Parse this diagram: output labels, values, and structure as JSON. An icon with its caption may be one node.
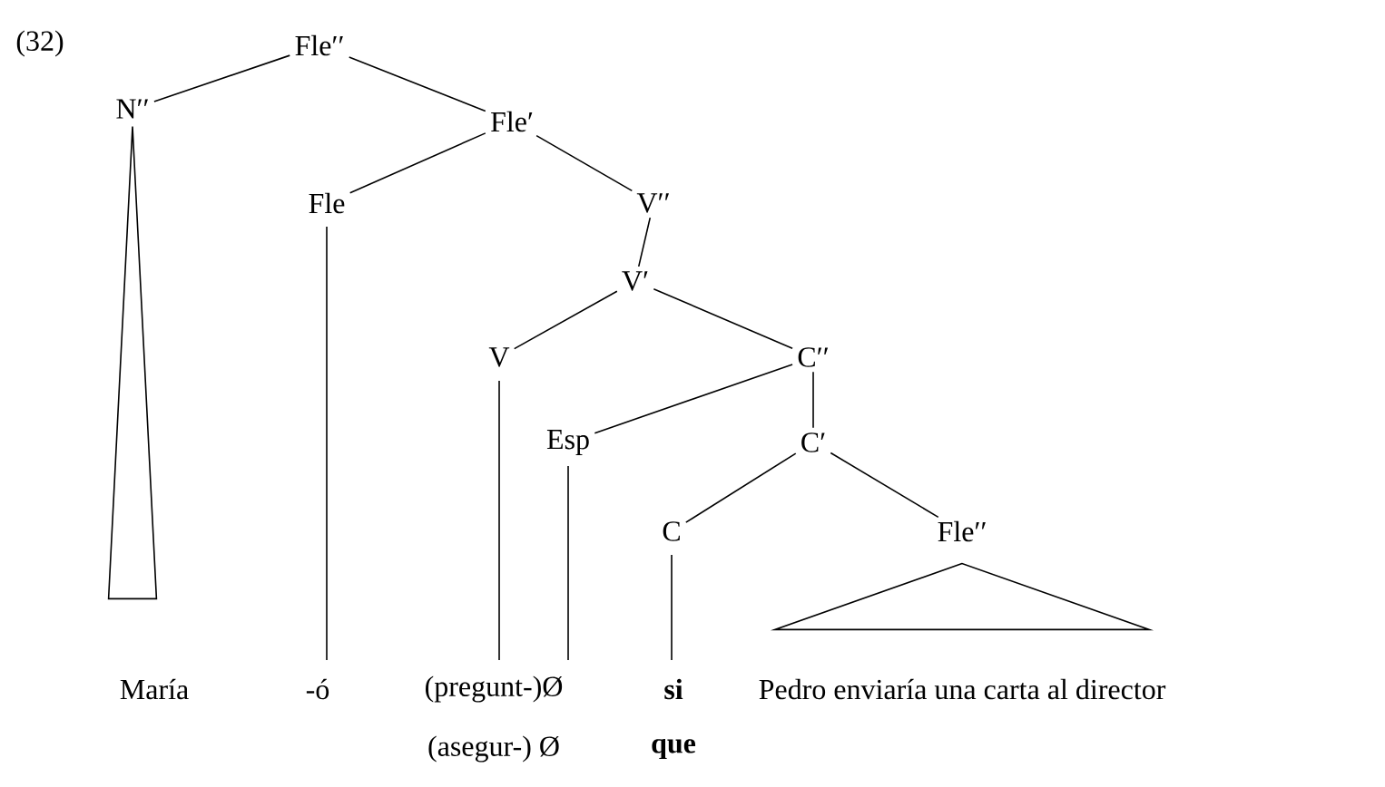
{
  "diagram": {
    "nodes": [
      {
        "text": [
          "Fle′′"
        ]
      },
      {
        "text": [
          "N′′"
        ]
      },
      {
        "text": [
          "Fle′"
        ]
      },
      {
        "text": [
          "Fle"
        ]
      },
      {
        "text": [
          "V′′"
        ]
      },
      {
        "text": [
          "V′"
        ]
      },
      {
        "text": [
          "V"
        ]
      },
      {
        "text": [
          "C′′"
        ]
      },
      {
        "text": [
          "Esp"
        ]
      },
      {
        "text": [
          "C′"
        ]
      },
      {
        "text": [
          "C"
        ]
      },
      {
        "text": [
          "Fle′′"
        ]
      },
      {
        "text": [],
        "shape": "triangle"
      },
      {
        "text": [],
        "shape": "triangle"
      },
      {
        "text": [
          "María"
        ]
      },
      {
        "text": [
          "-ó"
        ]
      },
      {
        "text": [
          "(pregunt-)Ø"
        ]
      },
      {
        "text": [
          "si"
        ]
      },
      {
        "text": [
          "Pedro enviaría una carta al director"
        ]
      }
    ],
    "edges": [
      {
        "from": 0,
        "to": 1,
        "arrow": "none"
      },
      {
        "from": 0,
        "to": 2,
        "arrow": "none"
      },
      {
        "from": 2,
        "to": 3,
        "arrow": "none"
      },
      {
        "from": 2,
        "to": 4,
        "arrow": "none"
      },
      {
        "from": 4,
        "to": 5,
        "arrow": "none"
      },
      {
        "from": 5,
        "to": 6,
        "arrow": "none"
      },
      {
        "from": 5,
        "to": 7,
        "arrow": "none"
      },
      {
        "from": 7,
        "to": 8,
        "arrow": "none"
      },
      {
        "from": 7,
        "to": 9,
        "arrow": "none"
      },
      {
        "from": 9,
        "to": 10,
        "arrow": "none"
      },
      {
        "from": 9,
        "to": 11,
        "arrow": "none"
      },
      {
        "from": 3,
        "to": 15,
        "arrow": "none"
      },
      {
        "from": 6,
        "to": 16,
        "arrow": "none"
      },
      {
        "from": 8,
        "to": 16,
        "arrow": "none"
      },
      {
        "from": 10,
        "to": 17,
        "arrow": "none"
      }
    ],
    "labels": [
      "(32)",
      "(asegur-) Ø",
      "que"
    ]
  }
}
